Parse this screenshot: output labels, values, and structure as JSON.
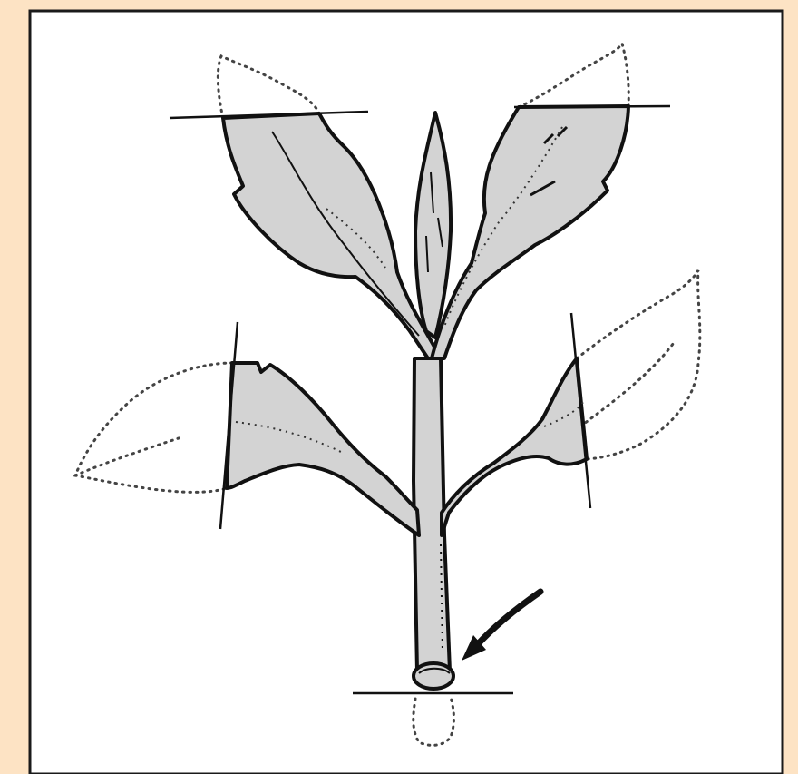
{
  "figure": {
    "panel_background": "#fde3c4",
    "canvas_background": "#ffffff",
    "frame_color": "#1a1a1a",
    "leaf_fill": "#d3d3d3",
    "ink_color": "#111111",
    "dotted_outline_color": "#444444",
    "elements": [
      "stem",
      "apical-bud",
      "upper-left-leaf",
      "upper-right-leaf",
      "lower-left-leaf",
      "lower-right-leaf",
      "cut-lines",
      "removed-leaf-outlines",
      "arrow",
      "node",
      "removed-base-outline"
    ]
  }
}
